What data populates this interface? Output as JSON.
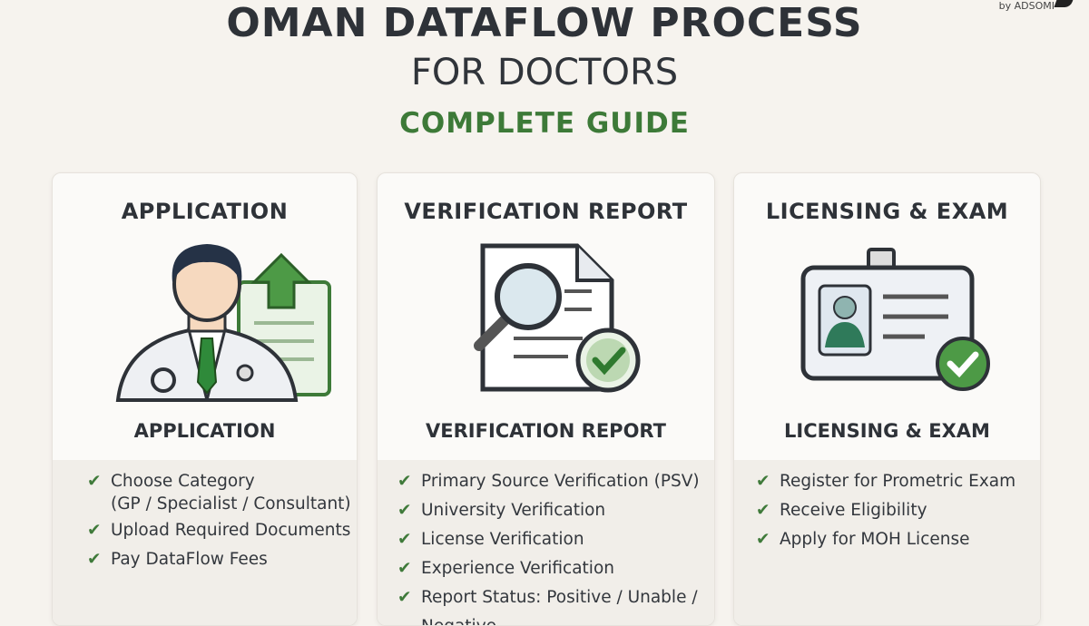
{
  "brand": "by ADSOMI",
  "title": {
    "line1": "OMAN DATAFLOW PROCESS",
    "line2": "FOR DOCTORS",
    "line3": "COMPLETE GUIDE"
  },
  "colors": {
    "accent": "#3d7a38",
    "text": "#2e3238",
    "background": "#f6f3ee"
  },
  "cards": [
    {
      "heading": "APPLICATION",
      "icon": "doctor-with-document-upload-icon",
      "subheading": "APPLICATION",
      "items": [
        {
          "text": "Choose Category",
          "sub": "(GP / Specialist / Consultant)"
        },
        {
          "text": "Upload Required Documents"
        },
        {
          "text": "Pay DataFlow Fees"
        }
      ]
    },
    {
      "heading": "VERIFICATION REPORT",
      "icon": "document-magnifier-check-icon",
      "subheading": "VERIFICATION REPORT",
      "items": [
        {
          "text": "Primary Source Verification (PSV)"
        },
        {
          "text": "University Verification"
        },
        {
          "text": "License Verification"
        },
        {
          "text": "Experience Verification"
        },
        {
          "text": "Report Status: Positive / Unable /"
        },
        {
          "text": "Negative"
        }
      ]
    },
    {
      "heading": "LICENSING & EXAM",
      "icon": "id-badge-check-icon",
      "subheading": "LICENSING & EXAM",
      "items": [
        {
          "text": "Register for Prometric Exam"
        },
        {
          "text": "Receive Eligibility"
        },
        {
          "text": "Apply for MOH License"
        }
      ]
    }
  ]
}
